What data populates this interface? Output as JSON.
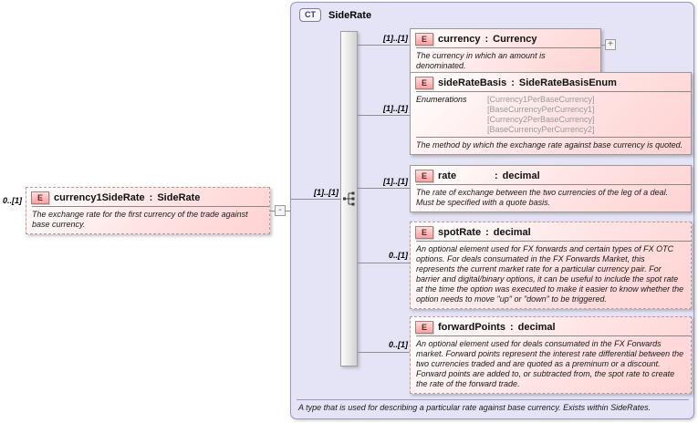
{
  "diagram": {
    "type_separator": ":",
    "collapse_glyph": "-",
    "expand_glyph": "+",
    "source_element": {
      "cardinality": "0..[1]",
      "badge": "E",
      "name": "currency1SideRate",
      "type": "SideRate",
      "description": "The exchange rate for the first currency of the trade against base currency."
    },
    "complex_type": {
      "badge": "CT",
      "title": "SideRate",
      "incoming_cardinality": "[1]..[1]",
      "footer": "A type that is used for describing a particular rate against base currency. Exists within SideRates.",
      "elements": [
        {
          "badge": "E",
          "name": "currency",
          "type": "Currency",
          "cardinality": "[1]..[1]",
          "description": "The currency in which an amount is denominated."
        },
        {
          "badge": "E",
          "name": "sideRateBasis",
          "type": "SideRateBasisEnum",
          "cardinality": "[1]..[1]",
          "enumerations_label": "Enumerations",
          "enumerations": [
            "[Currency1PerBaseCurrency]",
            "[BaseCurrencyPerCurrency1]",
            "[Currency2PerBaseCurrency]",
            "[BaseCurrencyPerCurrency2]"
          ],
          "description": "The method by which the exchange rate against base currency is quoted."
        },
        {
          "badge": "E",
          "name": "rate",
          "type": "decimal",
          "cardinality": "[1]..[1]",
          "description": "The rate of exchange between the two currencies of the leg of a deal. Must be specified with a quote basis."
        },
        {
          "badge": "E",
          "name": "spotRate",
          "type": "decimal",
          "cardinality": "0..[1]",
          "description": "An optional element used for FX forwards and certain types of FX OTC options. For deals consumated in the FX Forwards Market, this represents the current market rate for a particular currency pair. For barrier and digital/binary options, it can be useful to include the spot rate at the time the option was executed to make it easier to know whether the option needs to move \"up\" or \"down\" to be triggered."
        },
        {
          "badge": "E",
          "name": "forwardPoints",
          "type": "decimal",
          "cardinality": "0..[1]",
          "description": "An optional element used for deals consumated in the FX Forwards market. Forward points represent the interest rate differential between the two currencies traded and are quoted as a preminum or a discount. Forward points are added to, or subtracted from, the spot rate to create the rate of the forward trade."
        }
      ]
    }
  }
}
